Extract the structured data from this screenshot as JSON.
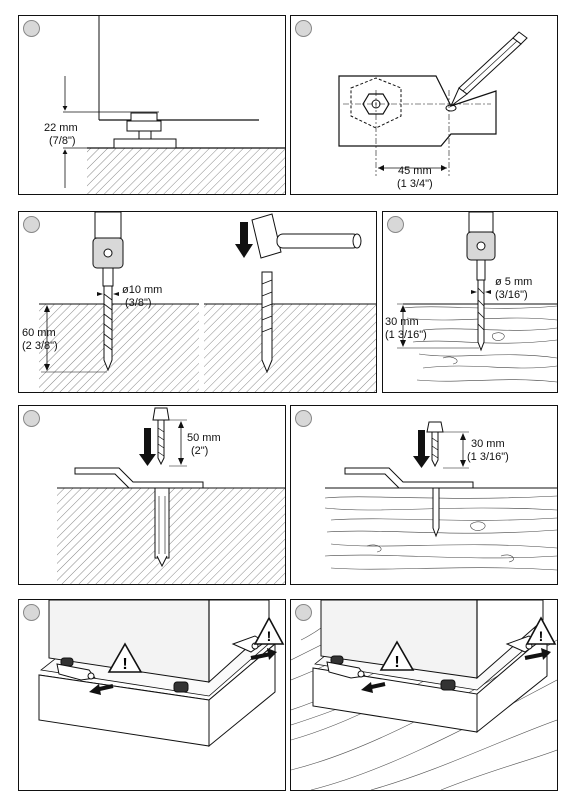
{
  "panels": {
    "p1": {
      "badge": "",
      "dim_mm": "22 mm",
      "dim_in": "(7/8\")"
    },
    "p2": {
      "badge": "",
      "dim_mm": "45 mm",
      "dim_in": "(1 3/4\")"
    },
    "p3": {
      "badge": "",
      "drill_mm": "ø10 mm",
      "drill_in": "(3/8\")",
      "depth_mm": "60 mm",
      "depth_in": "(2 3/8\")"
    },
    "p4": {
      "badge": "",
      "drill_mm": "ø 5 mm",
      "drill_in": "(3/16\")",
      "depth_mm": "30 mm",
      "depth_in": "(1 3/16\")"
    },
    "p5": {
      "badge": "",
      "screw_mm": "50 mm",
      "screw_in": "(2\")"
    },
    "p6": {
      "badge": "",
      "screw_mm": "30 mm",
      "screw_in": "(1 3/16\")"
    },
    "p7": {
      "badge": "",
      "warning_symbol": "!"
    },
    "p8": {
      "badge": "",
      "warning_symbol": "!"
    }
  },
  "icons": [
    "warning-triangle-icon",
    "direction-arrow-icon",
    "pencil-icon",
    "drill-icon",
    "hammer-icon"
  ]
}
